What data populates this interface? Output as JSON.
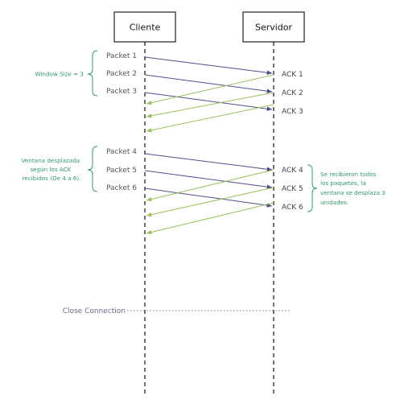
{
  "actors": {
    "client": "Cliente",
    "server": "Servidor"
  },
  "packets": [
    {
      "label": "Packet 1",
      "ack": "ACK 1"
    },
    {
      "label": "Packet 2",
      "ack": "ACK 2"
    },
    {
      "label": "Packet 3",
      "ack": "ACK 3"
    },
    {
      "label": "Packet 4",
      "ack": "ACK 4"
    },
    {
      "label": "Packet 5",
      "ack": "ACK 5"
    },
    {
      "label": "Packet 6",
      "ack": "ACK 6"
    }
  ],
  "notes": {
    "window_size": "Window Size = 3",
    "window_shift": [
      "Ventana desplazada",
      "según los ACK",
      "recibidos (De 4 a 6)."
    ],
    "received": [
      "Se recibieron todos",
      "los paquetes, la",
      "ventana se desplaza 3",
      "unidades."
    ]
  },
  "close_connection": "Close Connection",
  "colors": {
    "packet_arrow": "#4a4f8c",
    "ack_arrow": "#9ac25a",
    "note": "#2e9a6a",
    "lifeline": "#333333",
    "close_line": "#7a7aa0"
  }
}
